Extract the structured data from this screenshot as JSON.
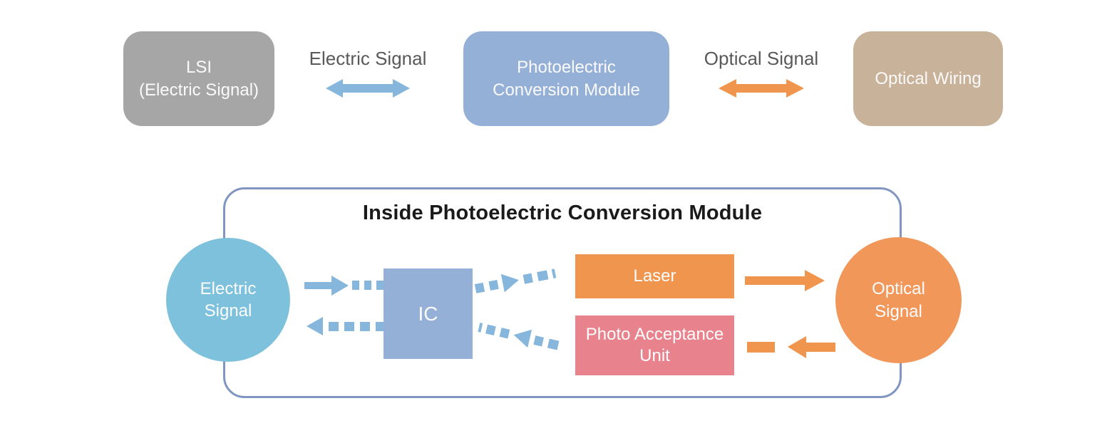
{
  "palette": {
    "gray_box": "#a6a6a6",
    "blue_box": "#95b0d7",
    "tan_box": "#c9b29a",
    "sky_blue": "#7ec1dc",
    "arrow_blue": "#86b6dc",
    "orange": "#f0954e",
    "orange_circle": "#f2975a",
    "pink_box": "#e8838e",
    "container_border": "#8096c0",
    "label_gray": "#595959",
    "title_black": "#1a1a1a"
  },
  "top_row": {
    "lsi_box": {
      "line1": "LSI",
      "line2": "(Electric Signal)"
    },
    "electric_signal_label": "Electric Signal",
    "module_box": {
      "line1": "Photoelectric",
      "line2": "Conversion Module"
    },
    "optical_signal_label": "Optical Signal",
    "optical_wiring_box": {
      "label": "Optical Wiring"
    }
  },
  "module_detail": {
    "title": "Inside Photoelectric Conversion Module",
    "electric_circle": {
      "line1": "Electric",
      "line2": "Signal"
    },
    "ic_box": {
      "label": "IC"
    },
    "laser_box": {
      "label": "Laser"
    },
    "photo_acceptance_box": {
      "line1": "Photo Acceptance",
      "line2": "Unit"
    },
    "optical_circle": {
      "line1": "Optical",
      "line2": "Signal"
    }
  }
}
